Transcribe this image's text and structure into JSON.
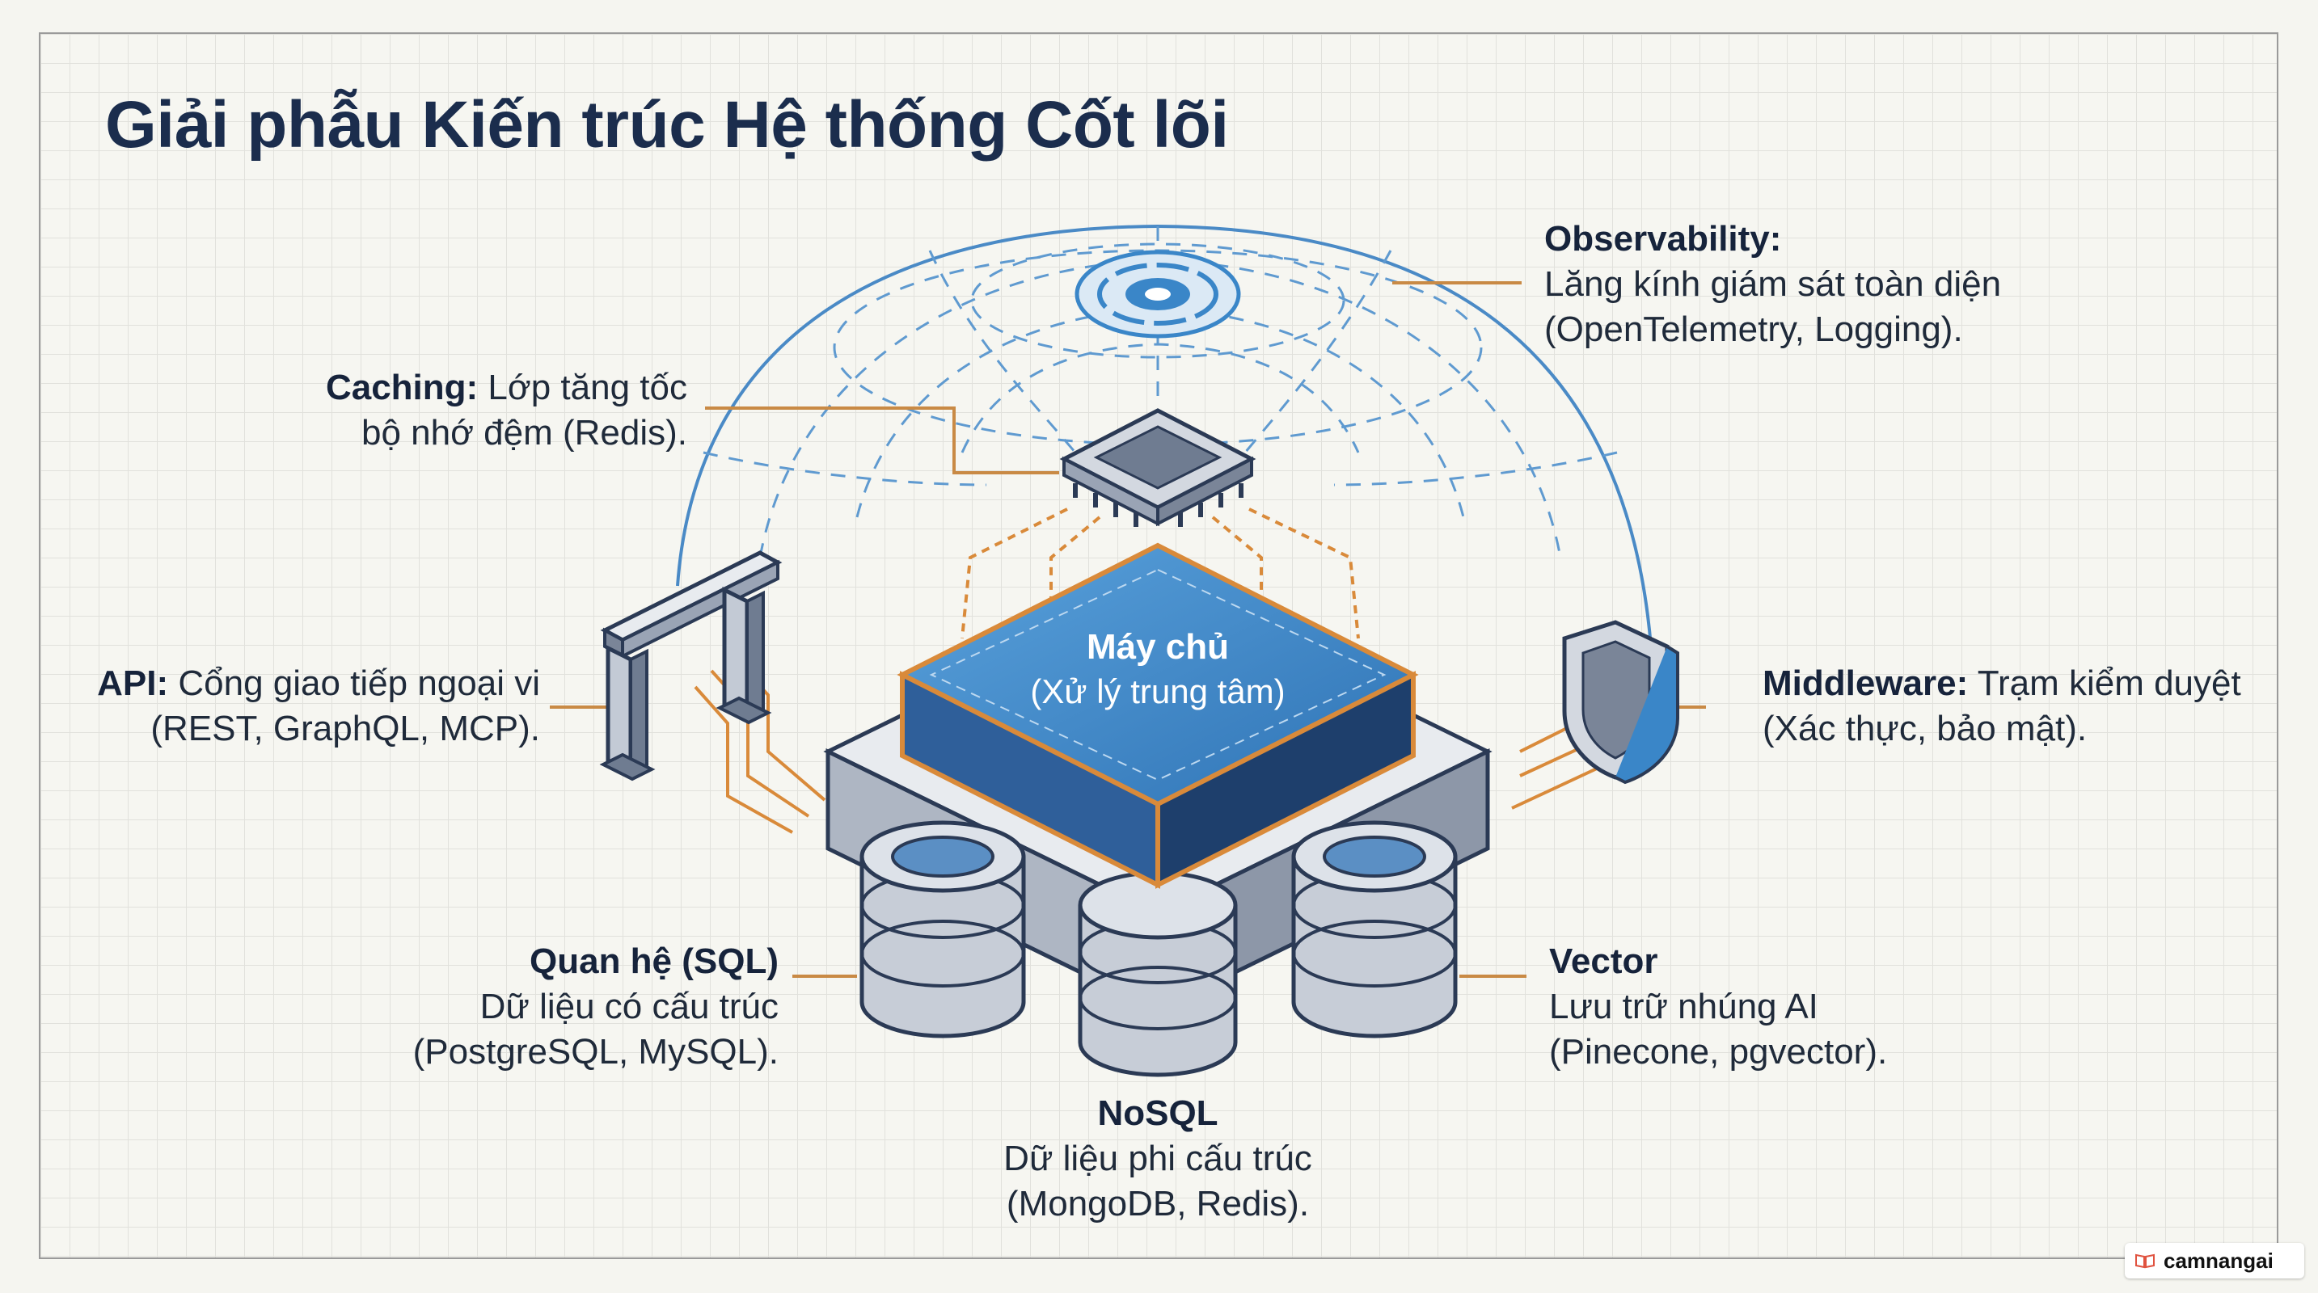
{
  "title": "Giải phẫu Kiến trúc Hệ thống Cốt lõi",
  "center": {
    "title": "Máy chủ",
    "subtitle": "(Xử lý trung tâm)"
  },
  "callouts": {
    "observability": {
      "label": "Observability:",
      "line1": "Lăng kính giám sát toàn diện",
      "line2": "(OpenTelemetry, Logging)."
    },
    "caching": {
      "label": "Caching:",
      "line1_rest": " Lớp tăng tốc",
      "line2": "bộ nhớ đệm (Redis)."
    },
    "api": {
      "label": "API:",
      "line1_rest": " Cổng giao tiếp ngoại vi",
      "line2": "(REST, GraphQL, MCP)."
    },
    "middleware": {
      "label": "Middleware:",
      "line1_rest": " Trạm kiểm duyệt",
      "line2": "(Xác thực, bảo mật)."
    },
    "sql": {
      "label": "Quan hệ (SQL)",
      "line1": "Dữ liệu có cấu trúc",
      "line2": "(PostgreSQL, MySQL)."
    },
    "vector": {
      "label": "Vector",
      "line1": "Lưu trữ nhúng AI",
      "line2": "(Pinecone, pgvector)."
    },
    "nosql": {
      "label": "NoSQL",
      "line1": "Dữ liệu phi cấu trúc",
      "line2": "(MongoDB, Redis)."
    }
  },
  "watermark": {
    "text": "camnangai",
    "icon": "book-icon"
  },
  "colors": {
    "navy": "#1b2d4d",
    "blue": "#3a86c8",
    "orange": "#d98a3a",
    "slate": "#3a4a63"
  }
}
